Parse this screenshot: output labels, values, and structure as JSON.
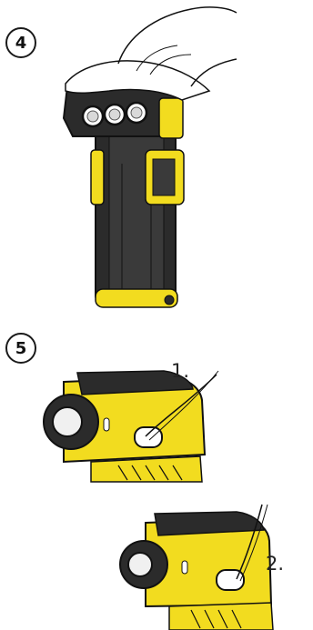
{
  "steps": [
    {
      "number": "4",
      "icon": "hand-wiping-lens-icon"
    },
    {
      "number": "5",
      "icon": "lanyard-attachment-icon"
    }
  ],
  "callouts": {
    "first": "1.",
    "second": "2."
  },
  "colors": {
    "body_yellow": "#f2dc1f",
    "body_black": "#2b2b2b",
    "outline": "#111111"
  }
}
